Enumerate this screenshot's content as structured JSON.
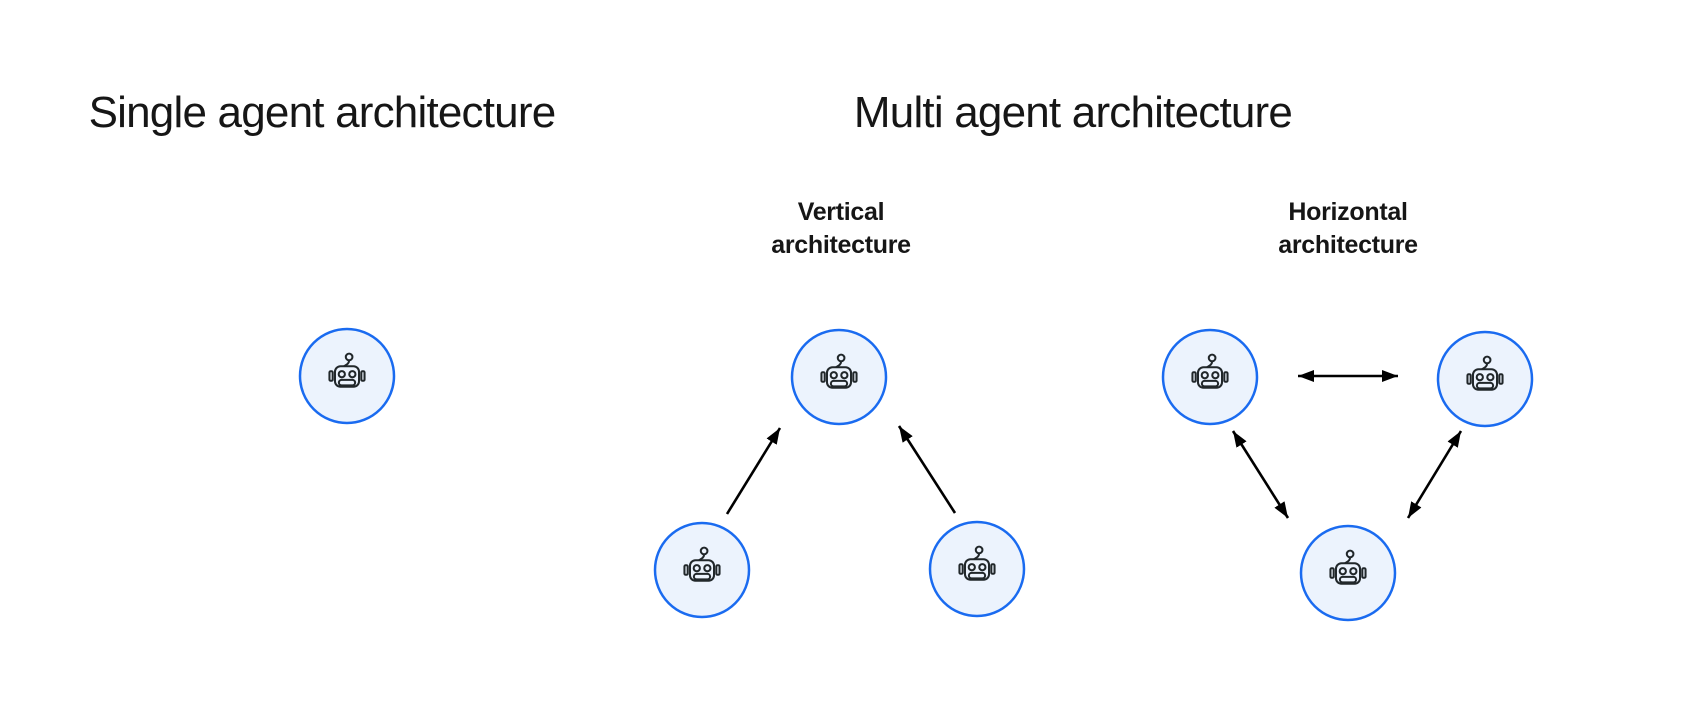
{
  "titles": {
    "single": "Single agent architecture",
    "multi": "Multi agent architecture"
  },
  "sublabels": {
    "vertical": [
      "Vertical",
      "architecture"
    ],
    "horizontal": [
      "Horizontal",
      "architecture"
    ]
  },
  "icons": {
    "agent": "robot-icon"
  },
  "colors": {
    "background": "#ffffff",
    "node_stroke": "#1a6bf0",
    "node_fill": "#ecf3fd",
    "icon_stroke": "#21272a",
    "arrow": "#000000",
    "text": "#161616"
  },
  "structure": {
    "single_agent": {
      "agents": 1,
      "arrows": 0
    },
    "vertical_architecture": {
      "agents": 3,
      "arrow_style": "one-way",
      "connections": [
        "bottom-left agent to top agent",
        "bottom-right agent to top agent"
      ]
    },
    "horizontal_architecture": {
      "agents": 3,
      "arrow_style": "two-way",
      "connections": [
        "left agent to right agent",
        "left agent to bottom agent",
        "right agent to bottom agent"
      ]
    }
  }
}
